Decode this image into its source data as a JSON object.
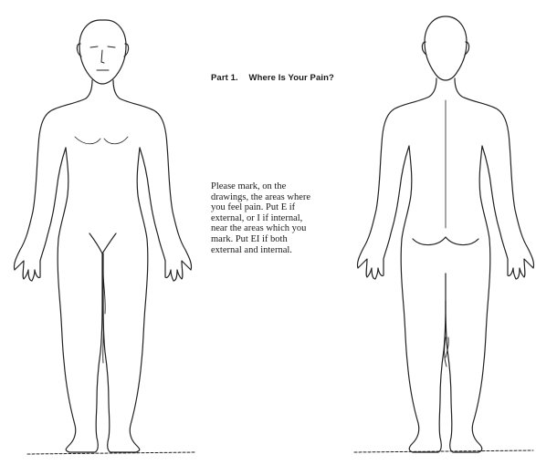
{
  "form": {
    "part_label": "Part 1.",
    "question": "Where Is Your Pain?",
    "instructions_lines": [
      "Please mark, on the",
      "drawings, the areas where",
      "you feel pain. Put E if",
      "external, or I if internal,",
      "near the areas which you",
      "mark. Put EI if both",
      "external and internal."
    ]
  },
  "figures": {
    "front": "body-front",
    "back": "body-back"
  }
}
